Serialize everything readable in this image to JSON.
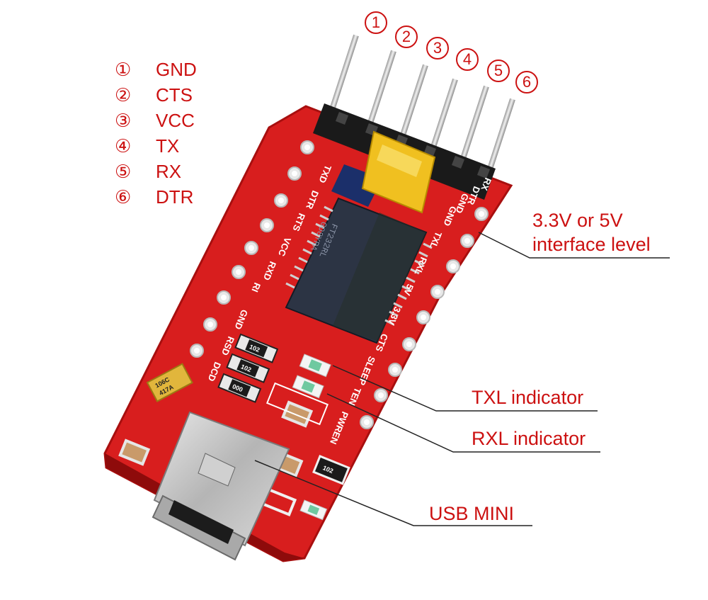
{
  "pin_legend": [
    {
      "num": "①",
      "label": "GND"
    },
    {
      "num": "②",
      "label": "CTS"
    },
    {
      "num": "③",
      "label": "VCC"
    },
    {
      "num": "④",
      "label": "TX"
    },
    {
      "num": "⑤",
      "label": "RX"
    },
    {
      "num": "⑥",
      "label": "DTR"
    }
  ],
  "pin_numbers": [
    "1",
    "2",
    "3",
    "4",
    "5",
    "6"
  ],
  "callouts": {
    "interface_line1": "3.3V or 5V",
    "interface_line2": "interface level",
    "txl": "TXL indicator",
    "rxl": "RXL indicator",
    "usb": "USB MINI"
  },
  "silkscreen": {
    "left": [
      "TXD",
      "DTR",
      "RTS",
      "VCC",
      "RXD",
      "RI",
      "GND",
      "RSD",
      "DCD"
    ],
    "right": [
      "GND",
      "TXL",
      "RXL",
      "5V",
      "3.3V",
      "CTS",
      "SLEEP",
      "TEN",
      "PWREN"
    ],
    "top": [
      "GND",
      "DTR",
      "RX"
    ],
    "resistors": [
      "102",
      "102",
      "000",
      "102"
    ],
    "chip": [
      "FT232RL",
      "GO8YRA"
    ],
    "capacitor": [
      "106C",
      "417A"
    ]
  },
  "colors": {
    "accent": "#cc1111",
    "pcb": "#d81e1e",
    "jumper": "#f0c020",
    "header": "#1a1a1a"
  }
}
